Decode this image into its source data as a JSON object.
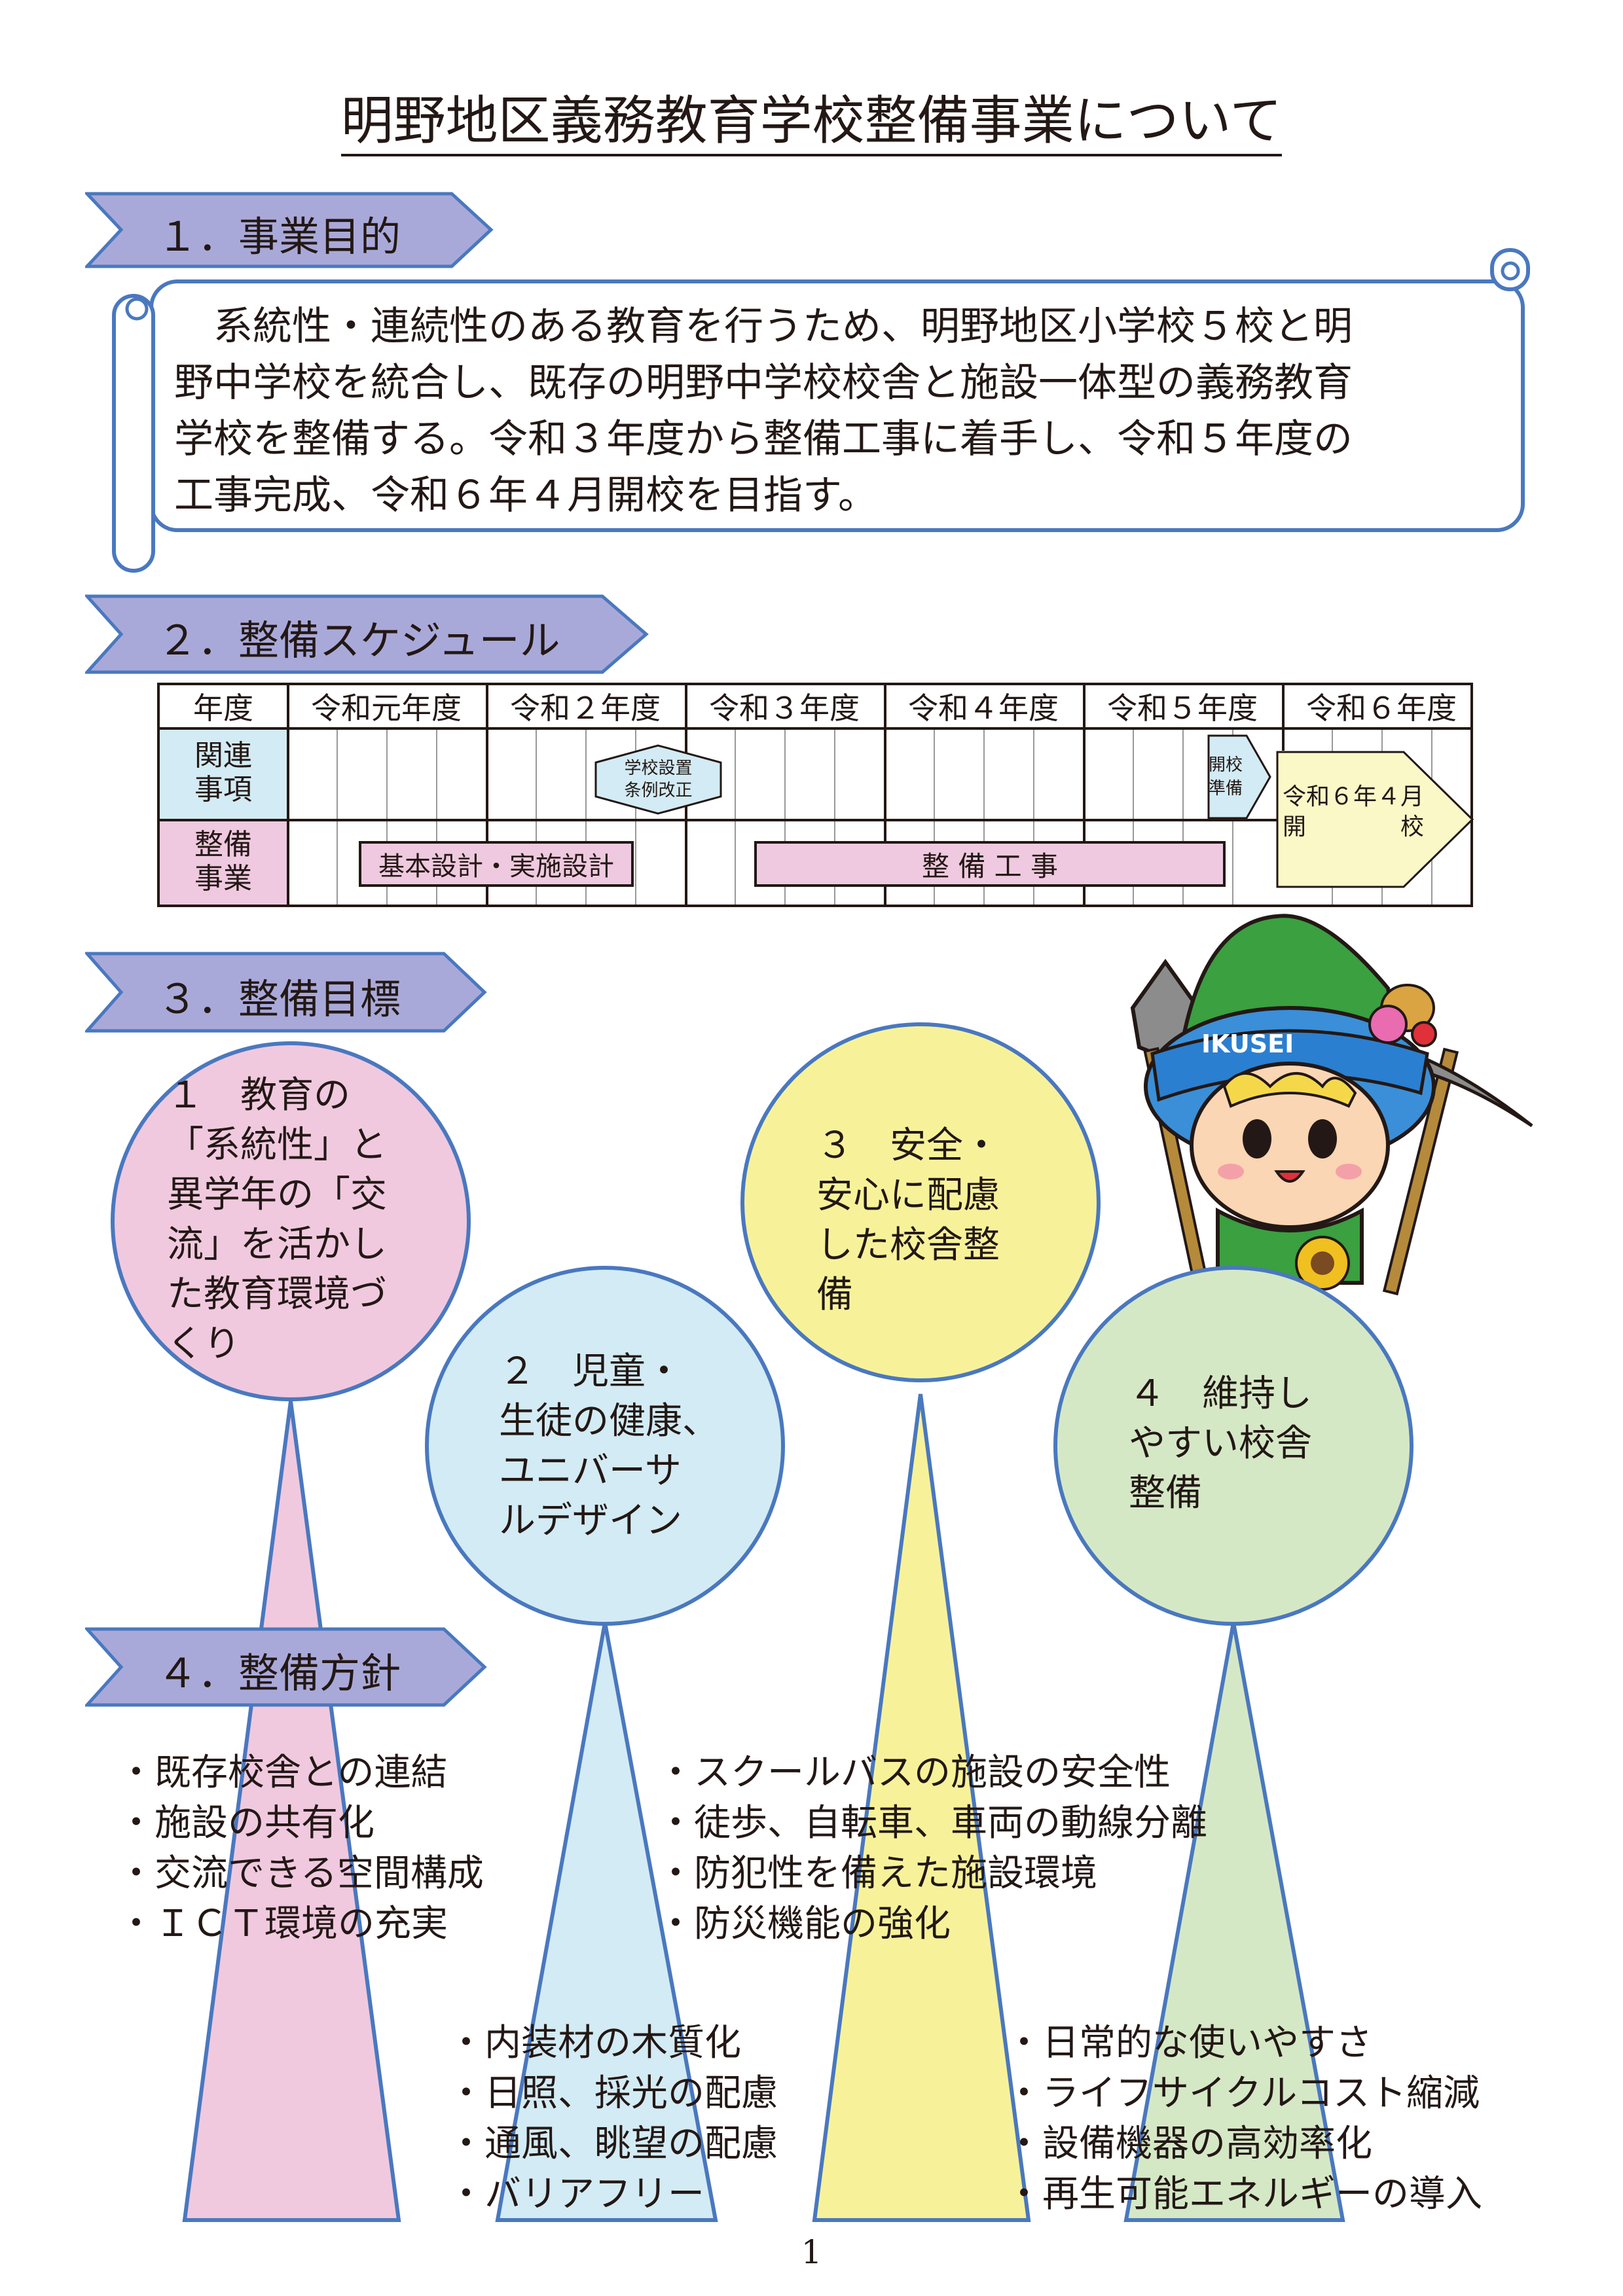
{
  "title": "明野地区義務教育学校整備事業について",
  "sections": {
    "s1": "１．事業目的",
    "s2": "２．整備スケジュール",
    "s3": "３．整備目標",
    "s4": "４．整備方針"
  },
  "purpose_lines": [
    "　系統性・連続性のある教育を行うため、明野地区小学校５校と明",
    "野中学校を統合し、既存の明野中学校校舎と施設一体型の義務教育",
    "学校を整備する。令和３年度から整備工事に着手し、令和５年度の",
    "工事完成、令和６年４月開校を目指す。"
  ],
  "schedule": {
    "header_label": "年度",
    "years": [
      "令和元年度",
      "令和２年度",
      "令和３年度",
      "令和４年度",
      "令和５年度",
      "令和６年度"
    ],
    "row1_label": [
      "関連",
      "事項"
    ],
    "row2_label": [
      "整備",
      "事業"
    ],
    "milestone_ordinance": [
      "学校設置",
      "条例改正"
    ],
    "milestone_prep": [
      "開校",
      "準備"
    ],
    "milestone_open": [
      "令和６年４月",
      "開　　　　校"
    ],
    "bar_design": "基本設計・実施設計",
    "bar_construction": "整 備 工 事"
  },
  "goals": [
    {
      "lines": [
        "１　教育の",
        "「系統性」と",
        "異学年の「交",
        "流」を活かし",
        "た教育環境づ",
        "くり"
      ],
      "color": "#f0c9df"
    },
    {
      "lines": [
        "２　児童・",
        "生徒の健康、",
        "ユニバーサ",
        "ルデザイン"
      ],
      "color": "#d3ebf4"
    },
    {
      "lines": [
        "３　安全・",
        "安心に配慮",
        "した校舎整",
        "備"
      ],
      "color": "#f7f29a"
    },
    {
      "lines": [
        "４　維持し",
        "やすい校舎",
        "整備"
      ],
      "color": "#d5e8c6"
    }
  ],
  "policies": {
    "g1": [
      "・既存校舎との連結",
      "・施設の共有化",
      "・交流できる空間構成",
      "・ＩＣＴ環境の充実"
    ],
    "g3": [
      "・スクールバスの施設の安全性",
      "・徒歩、自転車、車両の動線分離",
      "・防犯性を備えた施設環境",
      "・防災機能の強化"
    ],
    "g2": [
      "・内装材の木質化",
      "・日照、採光の配慮",
      "・通風、眺望の配慮",
      "・バリアフリー"
    ],
    "g4": [
      "・日常的な使いやすさ",
      "・ライフサイクルコスト縮減",
      "・設備機器の高効率化",
      "・再生可能エネルギーの導入"
    ]
  },
  "mascot_cap_text": "IKUSEI",
  "page_number": "1",
  "colors": {
    "banner": "#a9a9d9",
    "border": "#4a78bf",
    "design_bar": "#efc9df",
    "light_blue": "#d3ebf4",
    "light_yellow": "#fbf8c8"
  }
}
